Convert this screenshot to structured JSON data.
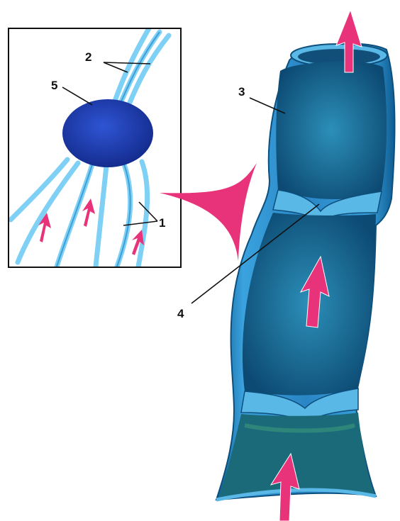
{
  "labels": {
    "one": "1",
    "two": "2",
    "three": "3",
    "four": "4",
    "five": "5"
  },
  "colors": {
    "vessel_wall": "#2e8fd0",
    "vessel_inner": "#1b6b9c",
    "vessel_dark": "#0d4f7c",
    "valve": "#5ab8e6",
    "node": "#1f3fb5",
    "lymph_capillary": "#7fd0f5",
    "arrow": "#e8337a",
    "frame": "#111111"
  },
  "icons": {
    "flow_arrow": "arrow-up-icon",
    "magnify_pointer": "triangle-pointer-icon"
  }
}
